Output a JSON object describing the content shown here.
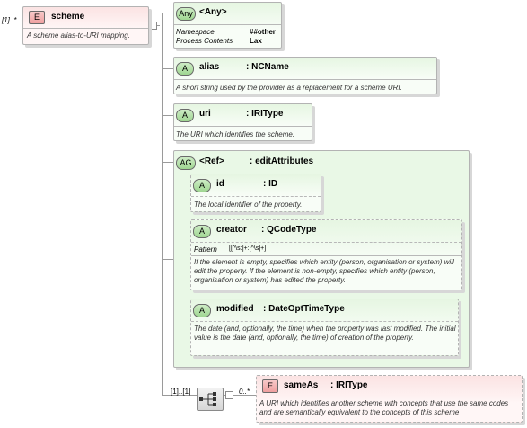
{
  "scheme": {
    "card": "[1]..*",
    "badge": "E",
    "name": "scheme",
    "desc": "A scheme alias-to-URI mapping."
  },
  "any": {
    "badge": "Any",
    "title": "<Any>",
    "props": [
      {
        "label": "Namespace",
        "value": "##other"
      },
      {
        "label": "Process Contents",
        "value": "Lax"
      }
    ]
  },
  "alias": {
    "badge": "A",
    "name": "alias",
    "type": ": NCName",
    "desc": "A short string used by the provider as a replacement for a scheme URI."
  },
  "uri": {
    "badge": "A",
    "name": "uri",
    "type": ": IRIType",
    "desc": "The URI which identifies the scheme."
  },
  "edit": {
    "badge": "AG",
    "ref": "<Ref>",
    "name": ": editAttributes",
    "id": {
      "badge": "A",
      "name": "id",
      "type": ": ID",
      "desc": "The local identifier of the property."
    },
    "creator": {
      "badge": "A",
      "name": "creator",
      "type": ": QCodeType",
      "pattern_label": "Pattern",
      "pattern_value": "[[^\\s:]+:[^\\s]+]",
      "desc": "If the element is empty, specifies which entity (person, organisation or system) will edit the property. If the element is non-empty, specifies which entity (person, organisation or system) has edited the property."
    },
    "modified": {
      "badge": "A",
      "name": "modified",
      "type": ": DateOptTimeType",
      "desc": "The date (and, optionally, the time) when the property was last modified. The initial value is the date (and, optionally, the time) of creation of the property."
    }
  },
  "seq": {
    "card_left": "[1]..[1]",
    "card_right": "0..*"
  },
  "sameAs": {
    "badge": "E",
    "name": "sameAs",
    "type": ": IRIType",
    "desc": "A URI which identifies another scheme with concepts that use the same codes and are semantically equivalent to the concepts of this scheme"
  }
}
